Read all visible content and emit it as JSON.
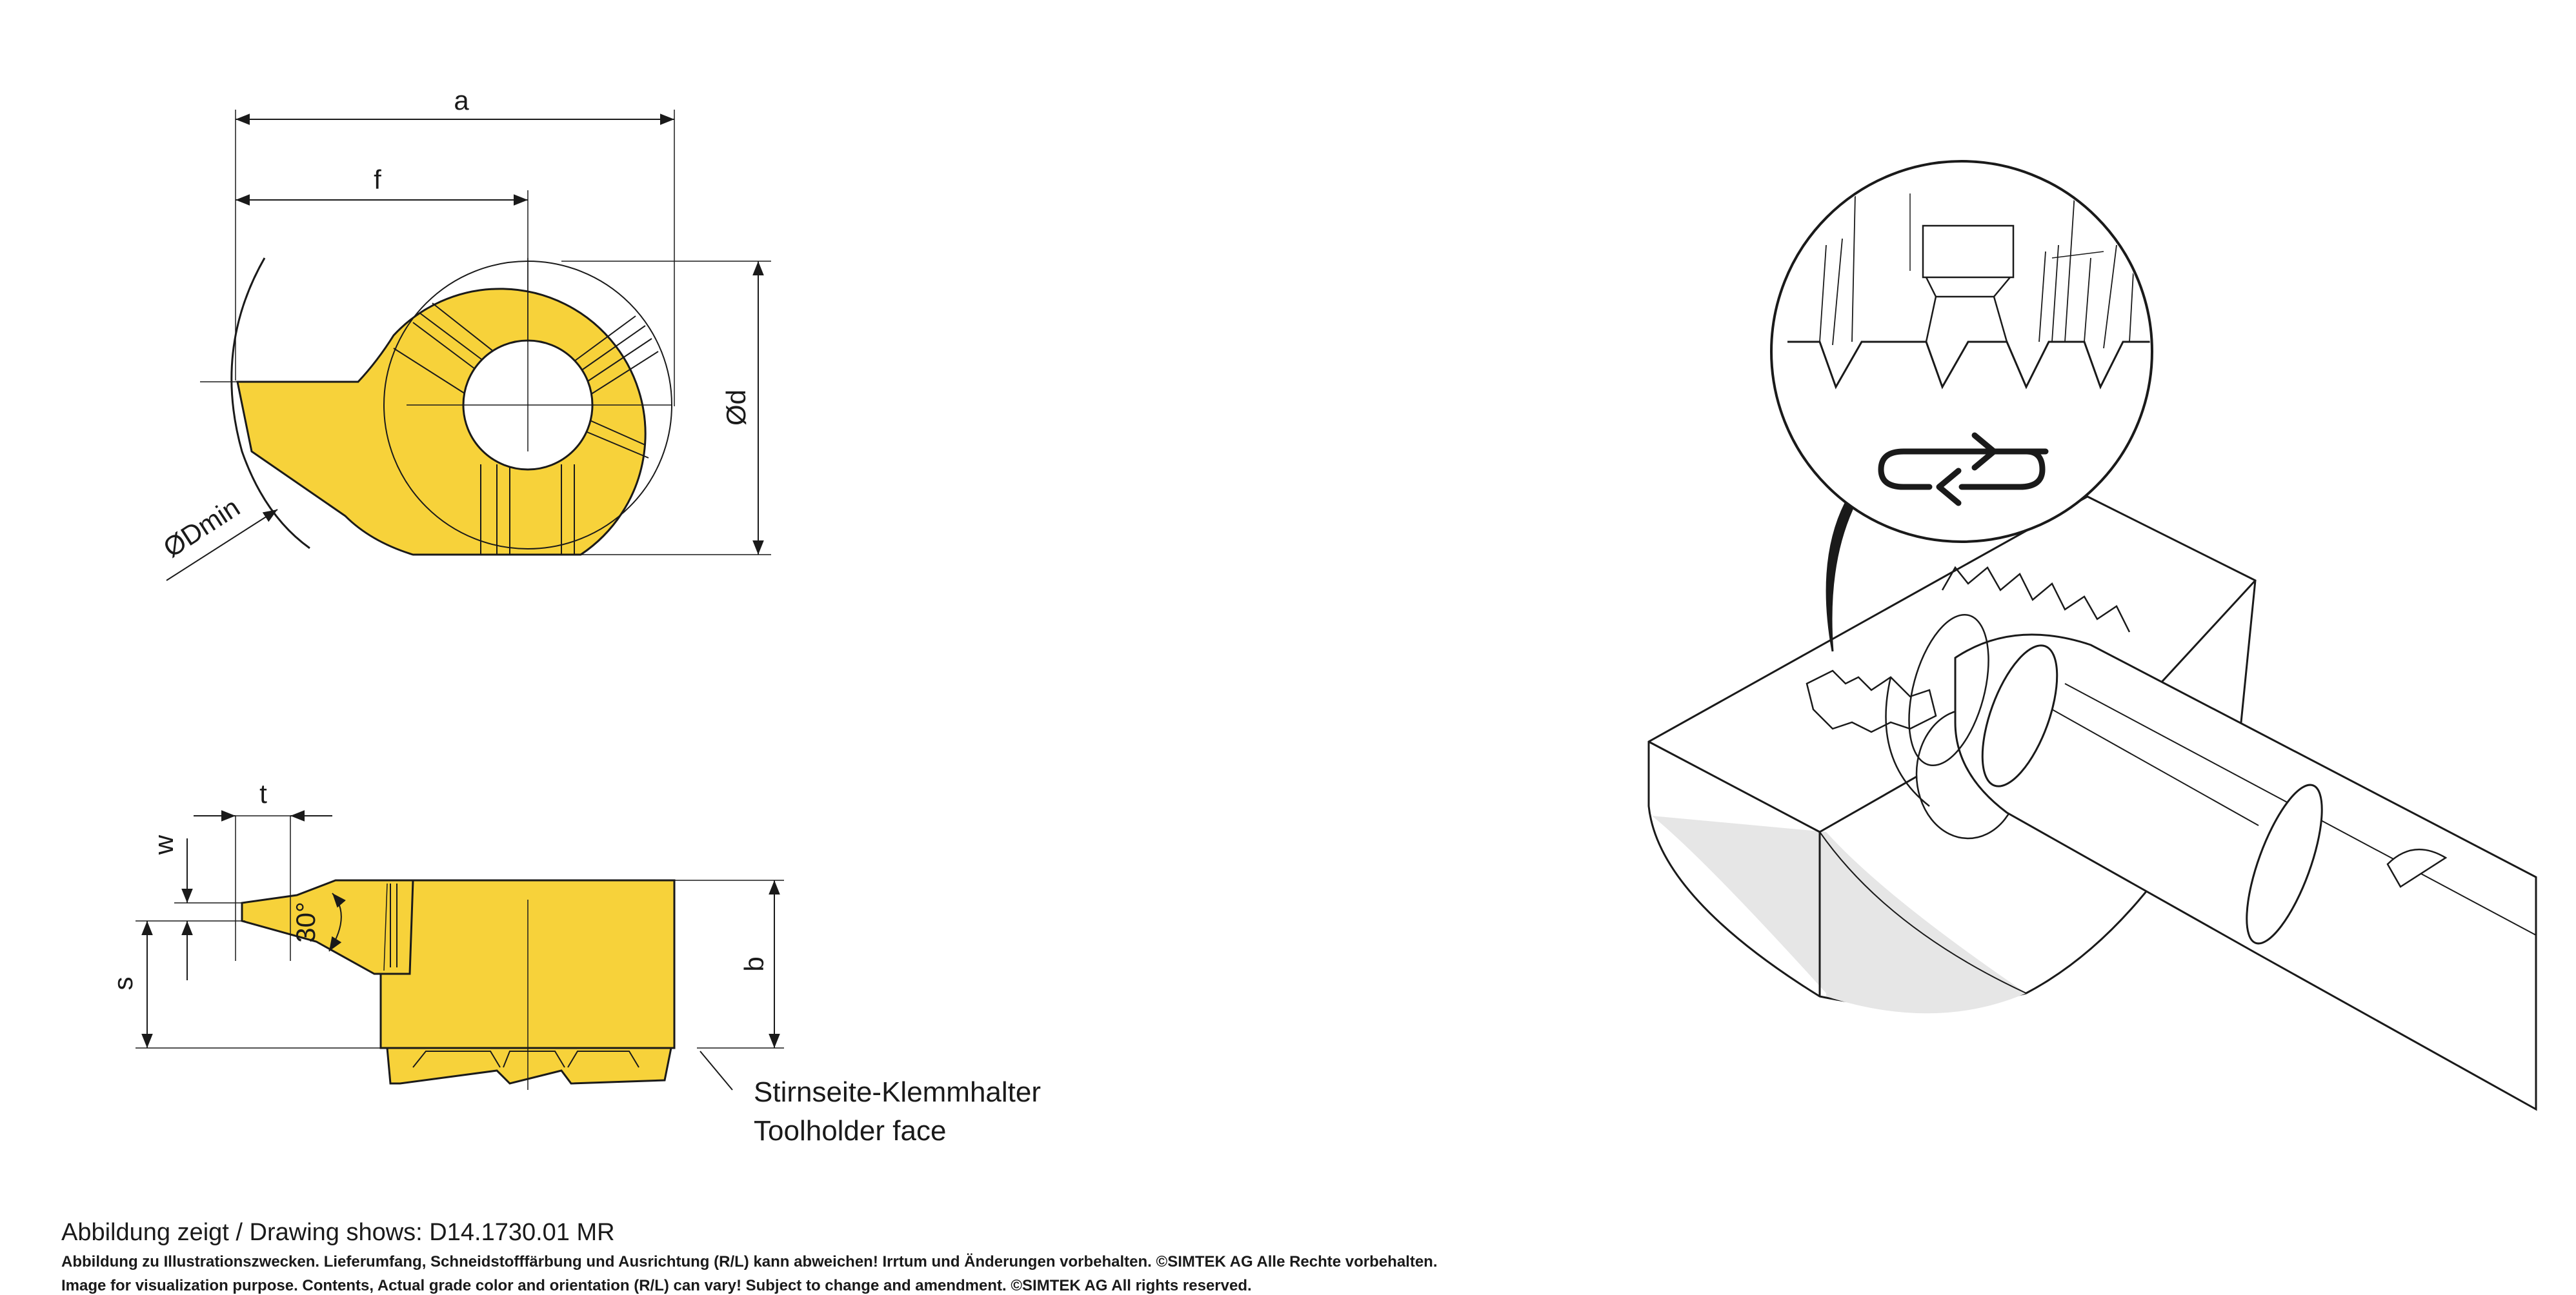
{
  "colors": {
    "insert_fill": "#f7d23a",
    "line": "#1a1a1a",
    "workpiece_shade": "#e6e6e6"
  },
  "top_view": {
    "dim_a": "a",
    "dim_f": "f",
    "dim_d": "Ød",
    "dim_dmin": "ØDmin"
  },
  "side_view": {
    "dim_t": "t",
    "dim_w": "w",
    "dim_s": "s",
    "dim_b": "b",
    "angle": "30°",
    "face_label_de": "Stirnseite-Klemmhalter",
    "face_label_en": "Toolholder face"
  },
  "illustration": {
    "reversible_icon": "reversible-arrows-icon"
  },
  "footer": {
    "drawing_shows": "Abbildung zeigt / Drawing shows: D14.1730.01 MR",
    "disclaimer_de": "Abbildung zu Illustrationszwecken. Lieferumfang, Schneidstofffärbung und Ausrichtung (R/L) kann abweichen! Irrtum und Änderungen vorbehalten. ©SIMTEK AG Alle Rechte vorbehalten.",
    "disclaimer_en": "Image for visualization purpose. Contents, Actual grade color and orientation (R/L) can vary! Subject to change and amendment. ©SIMTEK AG All rights reserved."
  }
}
